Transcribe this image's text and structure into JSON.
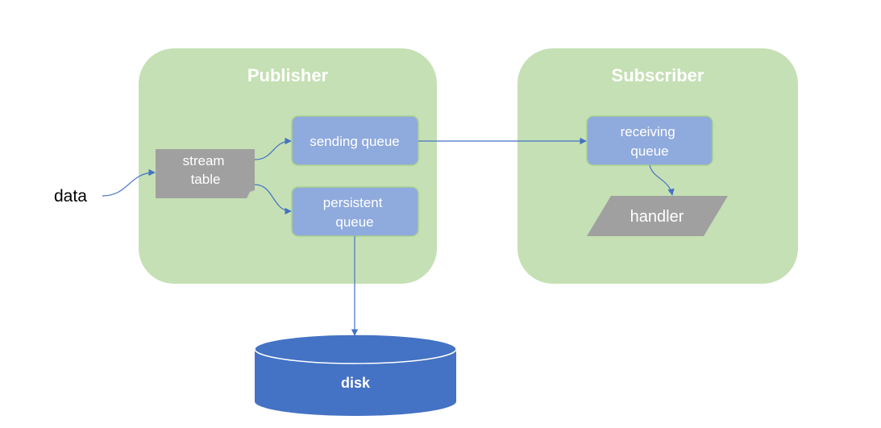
{
  "labels": {
    "publisher": "Publisher",
    "subscriber": "Subscriber",
    "data": "data",
    "stream_table": [
      "stream",
      "table"
    ],
    "sending_queue": "sending queue",
    "persistent_queue": [
      "persistent",
      "queue"
    ],
    "receiving_queue": [
      "receiving",
      "queue"
    ],
    "handler": "handler",
    "disk": "disk"
  },
  "colors": {
    "group_fill": "#c5e0b4",
    "queue_fill": "#8faadc",
    "queue_stroke": "#a9d18e",
    "gray_fill": "#a0a0a0",
    "disk_fill": "#4472c4",
    "disk_stroke": "#2f5597",
    "arrow": "#4472c4",
    "light_text": "#ffffff",
    "dark_text": "#000000"
  }
}
